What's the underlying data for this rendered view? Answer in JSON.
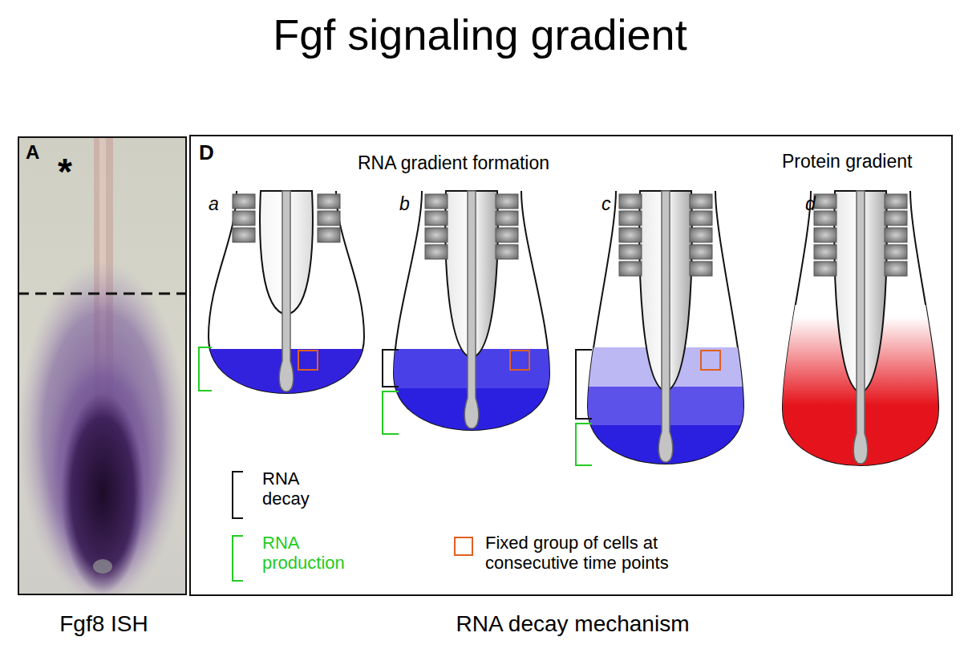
{
  "diagram": {
    "title": "Fgf signaling gradient",
    "nodes": [
      {
        "text": [
          "A",
          "Fgf8 ISH"
        ]
      },
      {
        "text": [
          "D",
          "RNA decay mechanism"
        ]
      }
    ],
    "labels": [
      "*",
      "RNA gradient formation",
      "Protein gradient",
      "a",
      "b",
      "c",
      "d"
    ],
    "legend": [
      {
        "text": "RNA decay"
      },
      {
        "text": "RNA production"
      },
      {
        "text": "Fixed group of cells at consecutive time points"
      }
    ]
  }
}
